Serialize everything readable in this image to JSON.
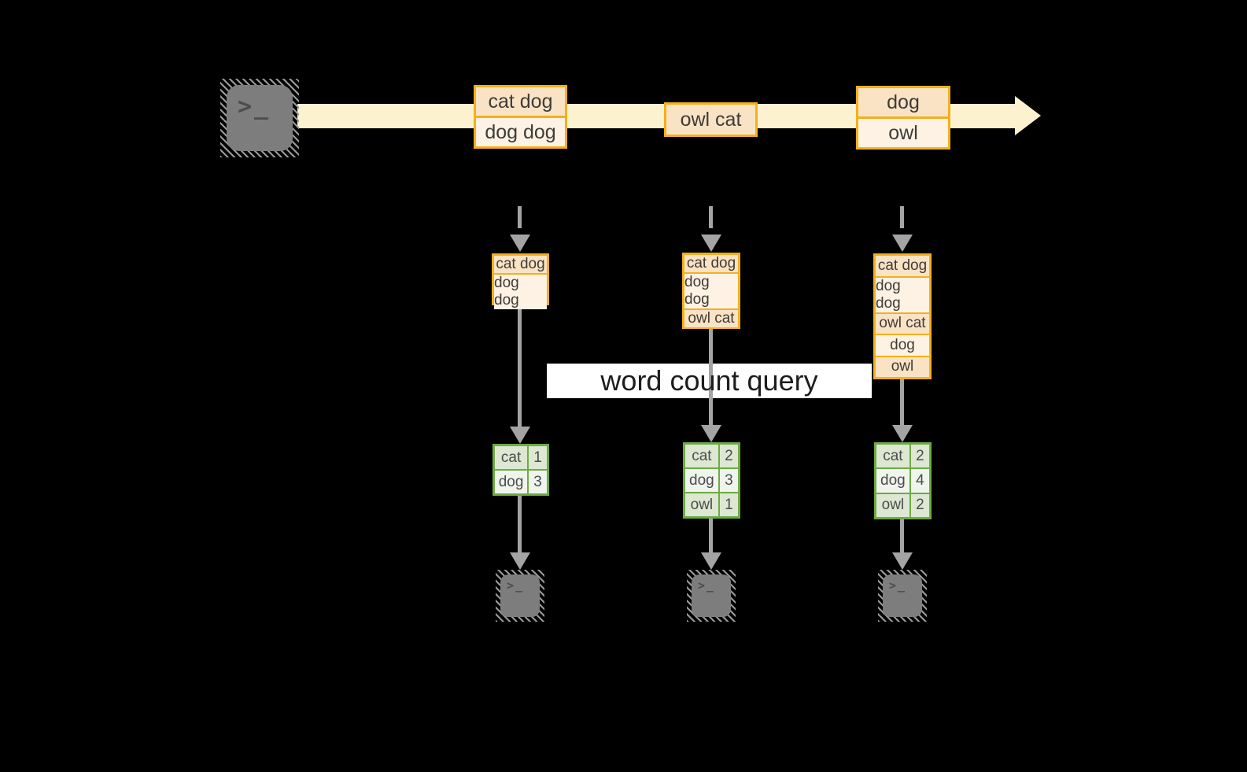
{
  "colors": {
    "background": "#000000",
    "stream_arrow": "#fcf2cf",
    "event_border": "#f2b01c",
    "event_fill_dark": "#fae3c5",
    "event_fill_light": "#fdf2e3",
    "count_border": "#6faa45",
    "count_fill_dark": "#dce8d2",
    "count_fill_light": "#eff4ec",
    "connector_gray": "#a4a4a4",
    "terminal_fill": "#7d7d7d",
    "banner_background": "#ffffff",
    "text_color": "#3f3c37"
  },
  "banner": {
    "label": "word count query"
  },
  "source_terminal": {
    "glyph": ">_"
  },
  "stream": {
    "events": [
      {
        "rows": [
          "cat dog",
          "dog dog"
        ]
      },
      {
        "rows": [
          "owl cat"
        ]
      },
      {
        "rows": [
          "dog",
          "owl"
        ]
      }
    ]
  },
  "columns": [
    {
      "buffer": [
        "cat dog",
        "dog dog"
      ],
      "counts": [
        [
          "cat",
          "1"
        ],
        [
          "dog",
          "3"
        ]
      ],
      "terminal_glyph": ">_"
    },
    {
      "buffer": [
        "cat dog",
        "dog dog",
        "owl cat"
      ],
      "counts": [
        [
          "cat",
          "2"
        ],
        [
          "dog",
          "3"
        ],
        [
          "owl",
          "1"
        ]
      ],
      "terminal_glyph": ">_"
    },
    {
      "buffer": [
        "cat dog",
        "dog dog",
        "owl cat",
        "dog",
        "owl"
      ],
      "counts": [
        [
          "cat",
          "2"
        ],
        [
          "dog",
          "4"
        ],
        [
          "owl",
          "2"
        ]
      ],
      "terminal_glyph": ">_"
    }
  ]
}
